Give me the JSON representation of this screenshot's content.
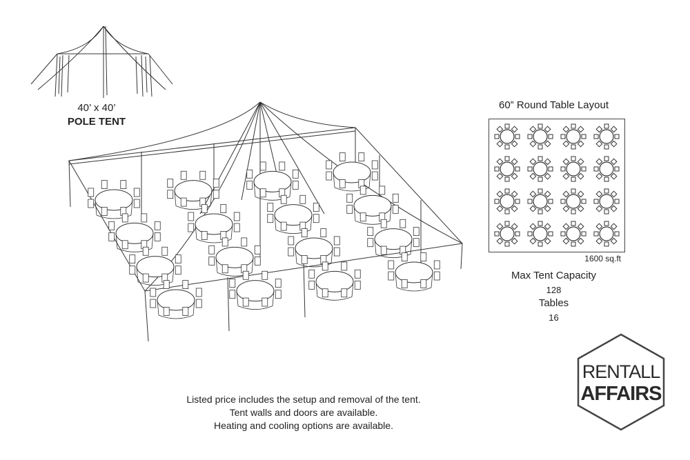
{
  "small_tent": {
    "size": "40’ x 40’",
    "name": "POLE TENT"
  },
  "layout": {
    "title": "60” Round Table Layout",
    "area": "1600 sq.ft",
    "grid_rows": 4,
    "grid_cols": 4
  },
  "capacity": {
    "label": "Max Tent Capacity",
    "value": "128"
  },
  "tables": {
    "label": "Tables",
    "value": "16"
  },
  "notes": [
    "Listed price includes the setup and removal of the tent.",
    "Tent walls and doors are available.",
    "Heating and cooling options are available."
  ],
  "logo": {
    "line1": "RENTALL",
    "line2": "AFFAIRS"
  },
  "colors": {
    "line": "#333333",
    "text": "#222222",
    "background": "#ffffff"
  }
}
